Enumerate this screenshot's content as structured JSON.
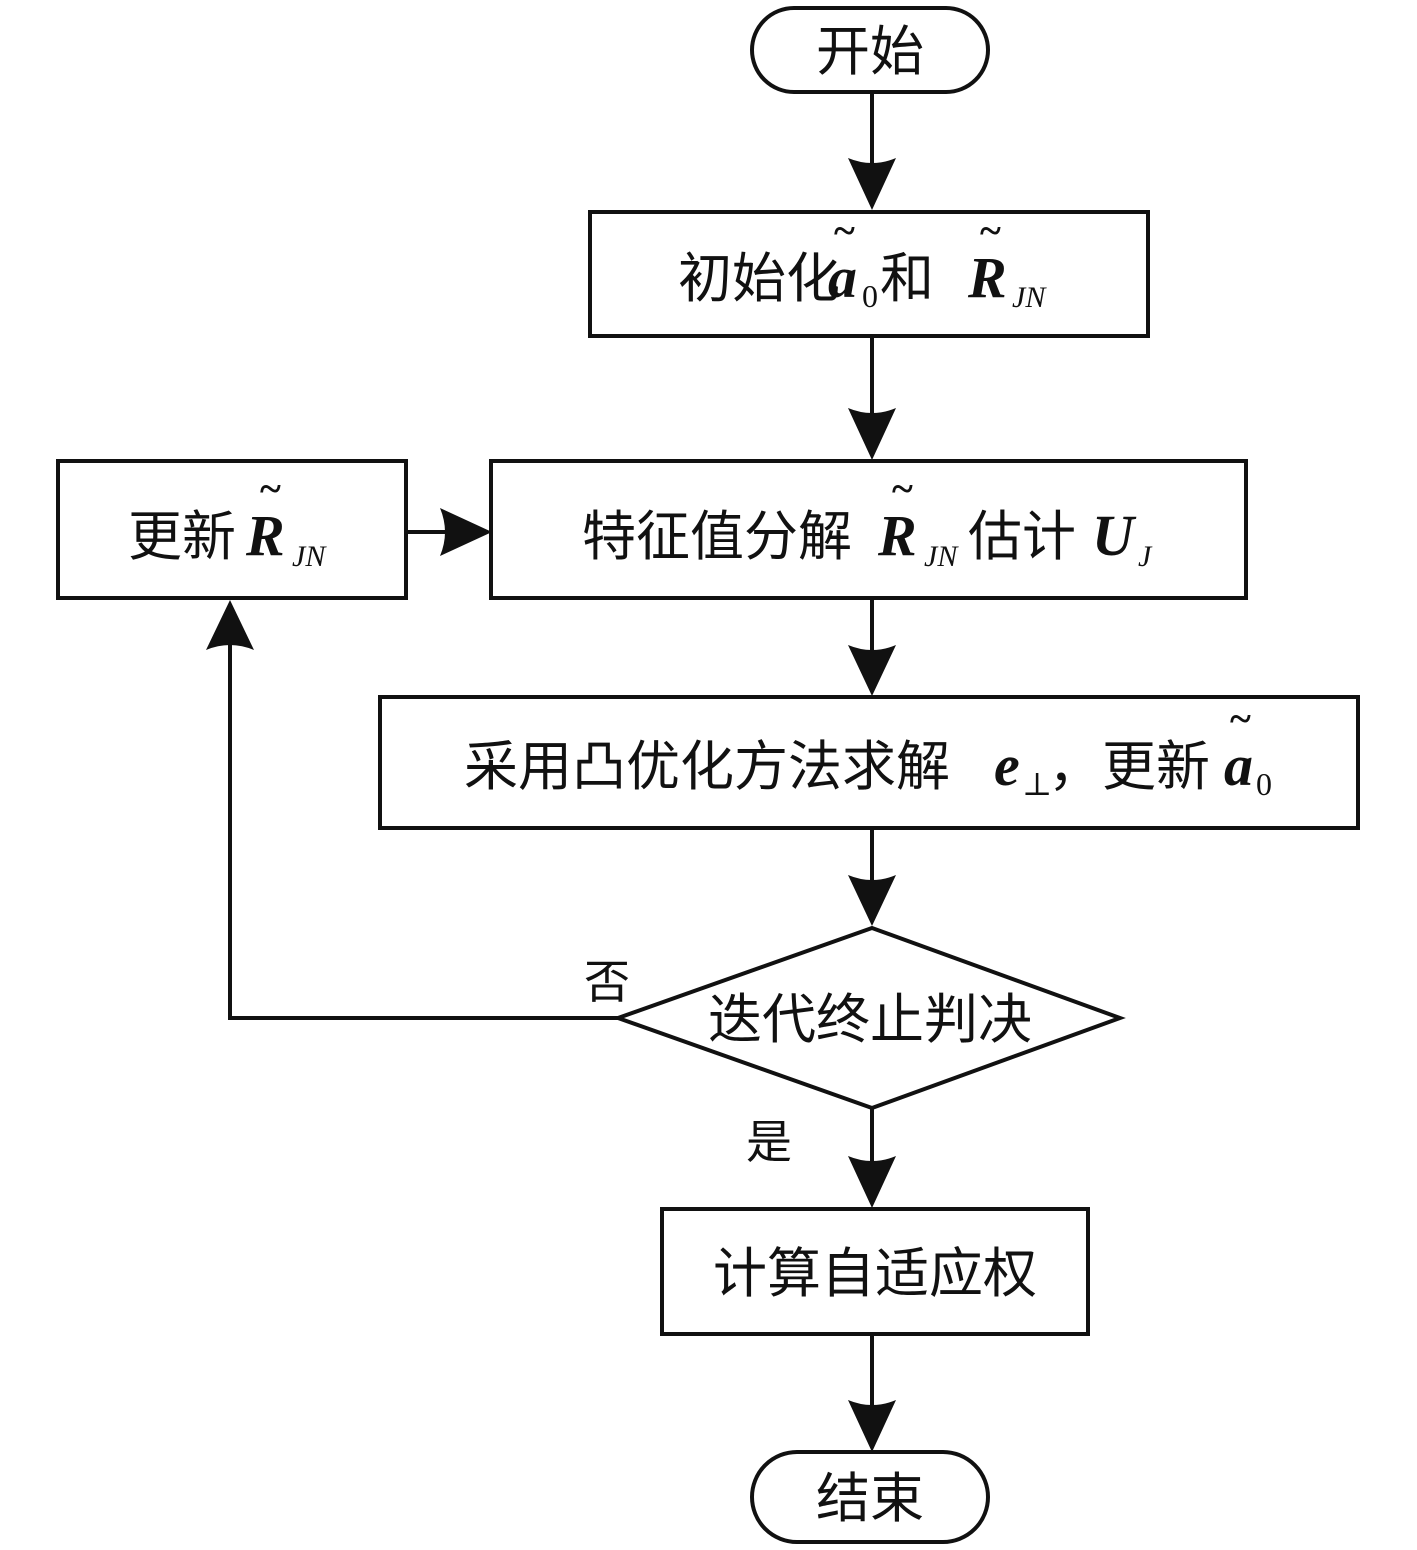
{
  "diagram": {
    "type": "flowchart",
    "colors": {
      "stroke": "#111111",
      "fill": "#ffffff",
      "text": "#111111"
    },
    "nodes": [
      {
        "id": "start",
        "shape": "terminator",
        "text": "开始"
      },
      {
        "id": "init",
        "shape": "process",
        "text": "初始化",
        "math1": "a",
        "math1_sub": "0",
        "connector": "和",
        "math2": "R",
        "math2_sub": "JN"
      },
      {
        "id": "eig",
        "shape": "process",
        "text": "特征值分解",
        "math1": "R",
        "math1_sub": "JN",
        "connector": "估计",
        "math2": "U",
        "math2_sub": "J"
      },
      {
        "id": "convex",
        "shape": "process",
        "text": "采用凸优化方法求解",
        "math1": "e",
        "math1_sub": "⊥",
        "connector": "，更新",
        "math2": "a",
        "math2_sub": "0"
      },
      {
        "id": "decide",
        "shape": "decision",
        "text": "迭代终止判决"
      },
      {
        "id": "update",
        "shape": "process",
        "text": "更新",
        "math1": "R",
        "math1_sub": "JN"
      },
      {
        "id": "weight",
        "shape": "process",
        "text": "计算自适应权"
      },
      {
        "id": "end",
        "shape": "terminator",
        "text": "结束"
      }
    ],
    "edges": [
      {
        "from": "start",
        "to": "init",
        "label": ""
      },
      {
        "from": "init",
        "to": "eig",
        "label": ""
      },
      {
        "from": "eig",
        "to": "convex",
        "label": ""
      },
      {
        "from": "convex",
        "to": "decide",
        "label": ""
      },
      {
        "from": "decide",
        "to": "update",
        "label": "否"
      },
      {
        "from": "update",
        "to": "eig",
        "label": ""
      },
      {
        "from": "decide",
        "to": "weight",
        "label": "是"
      },
      {
        "from": "weight",
        "to": "end",
        "label": ""
      }
    ],
    "tilde": "~"
  }
}
